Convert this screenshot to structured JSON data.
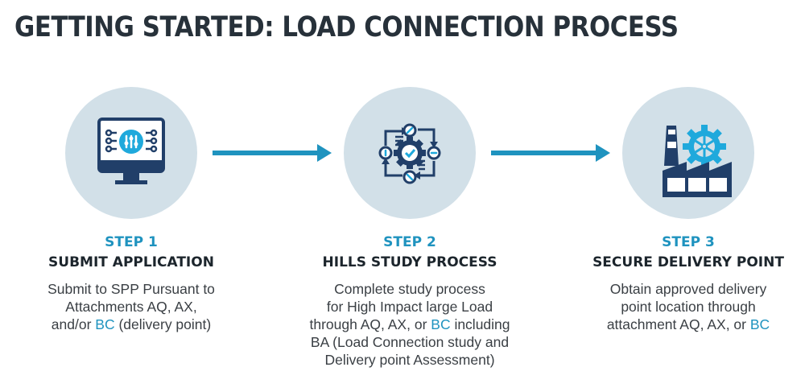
{
  "title": "GETTING STARTED: LOAD CONNECTION PROCESS",
  "colors": {
    "accent": "#1f93bf",
    "navy": "#213f69",
    "circle_bg": "#d2e0e8",
    "title": "#27313a",
    "icon_cyan": "#1fa9dc"
  },
  "steps": [
    {
      "number": "STEP 1",
      "title": "SUBMIT APPLICATION",
      "icon": "monitor-settings-icon",
      "desc": [
        {
          "text": "Submit to SPP Pursuant to"
        },
        {
          "text": "Attachments AQ, AX,"
        },
        {
          "pre": "and/or ",
          "hl": "BC",
          "post": " (delivery point)"
        }
      ]
    },
    {
      "number": "STEP 2",
      "title": "HILLS STUDY PROCESS",
      "icon": "process-cycle-gear-icon",
      "desc": [
        {
          "text": "Complete study process"
        },
        {
          "text": "for High Impact large Load"
        },
        {
          "pre": "through AQ, AX, or ",
          "hl": "BC",
          "post": " including"
        },
        {
          "text": "BA (Load Connection study and"
        },
        {
          "text": "Delivery point Assessment)"
        }
      ]
    },
    {
      "number": "STEP 3",
      "title": "SECURE DELIVERY POINT",
      "icon": "factory-gear-icon",
      "desc": [
        {
          "text": "Obtain approved delivery"
        },
        {
          "text": "point location through"
        },
        {
          "pre": "attachment AQ, AX, or ",
          "hl": "BC",
          "post": ""
        }
      ]
    }
  ]
}
